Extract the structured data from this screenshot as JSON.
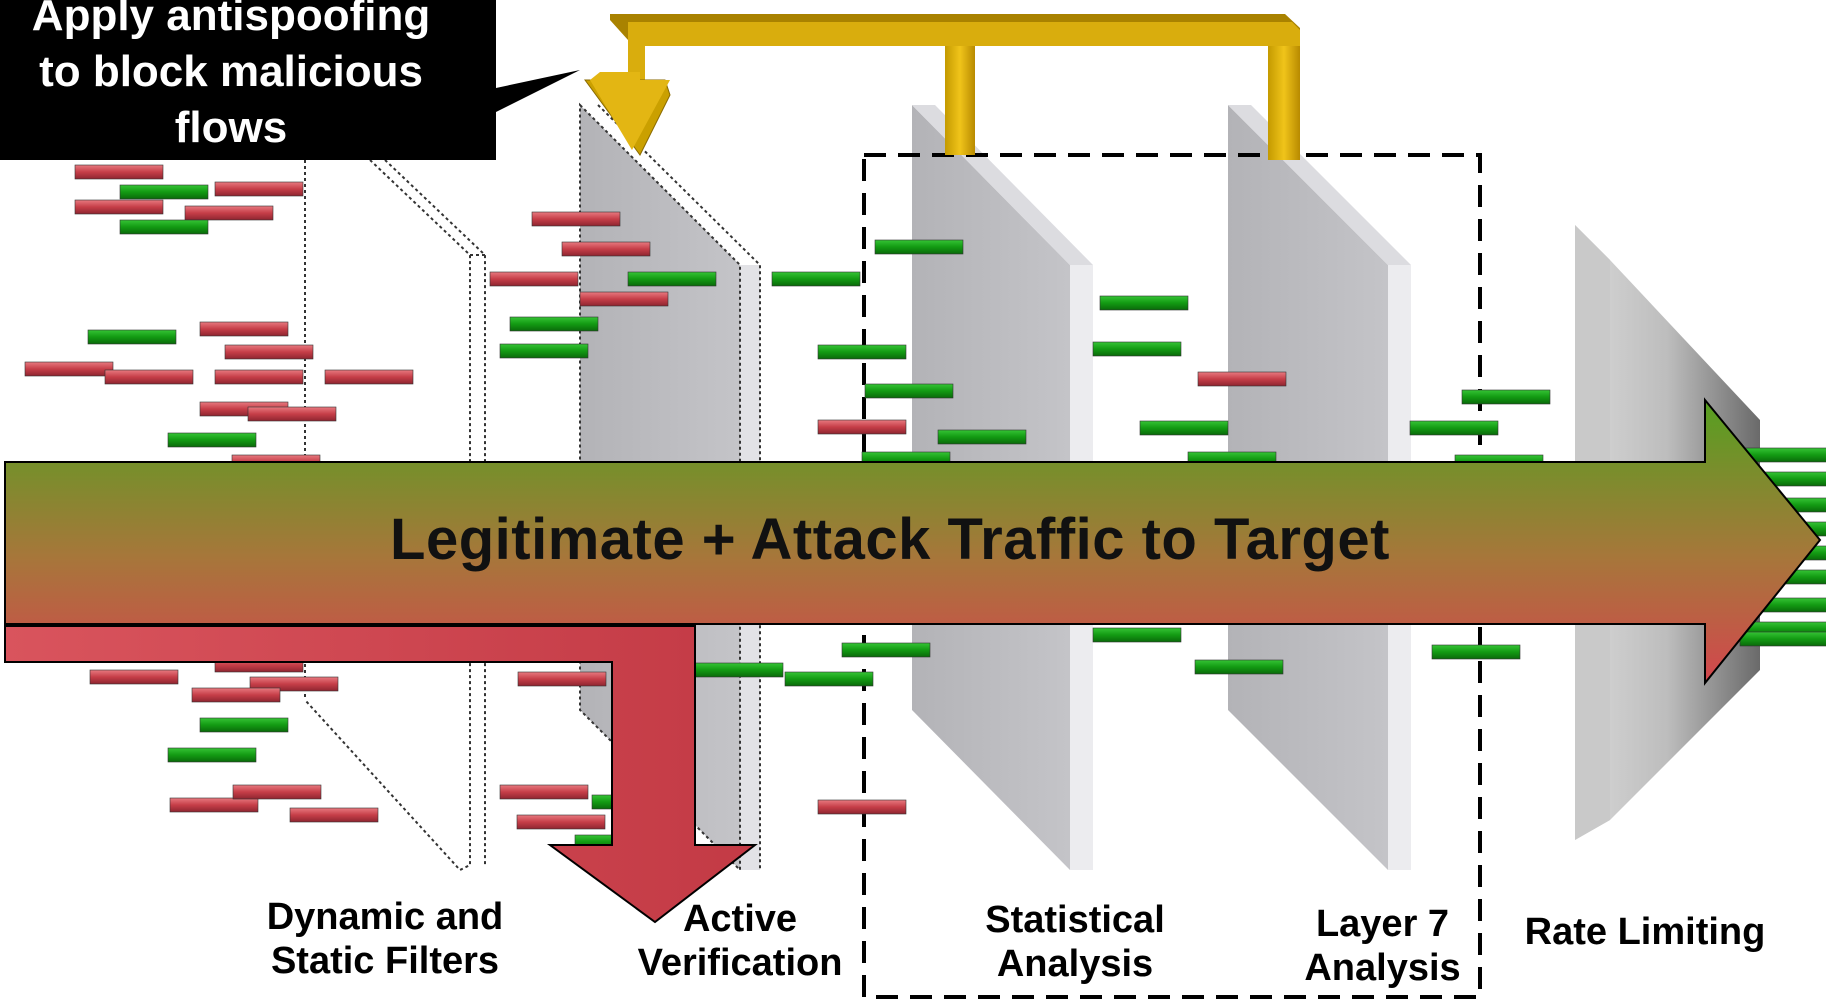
{
  "callout": {
    "lines": [
      "Apply antispoofing",
      "to block malicious",
      "flows"
    ]
  },
  "main_arrow": {
    "label": "Legitimate + Attack Traffic to Target"
  },
  "stages": [
    {
      "id": "filters",
      "lines": [
        "Dynamic and",
        "Static Filters"
      ]
    },
    {
      "id": "active",
      "lines": [
        "Active",
        "Verification"
      ]
    },
    {
      "id": "statistical",
      "lines": [
        "Statistical",
        "Analysis"
      ]
    },
    {
      "id": "layer7",
      "lines": [
        "Layer 7",
        "Analysis"
      ]
    },
    {
      "id": "rate",
      "lines": [
        "Rate Limiting"
      ]
    }
  ],
  "colors": {
    "legit_packet": "#1a9a1a",
    "attack_packet": "#c8414b",
    "feedback_arrow": "#e0b000",
    "drop_arrow": "#cf3e4a",
    "filter_panel": "#b9b9bd",
    "arrow_top": "#5a9a1e",
    "arrow_bottom": "#d0464c"
  },
  "icons": {
    "feedback": "feedback-arrow-icon",
    "drop": "drop-arrow-icon",
    "packet": "packet-icon"
  }
}
